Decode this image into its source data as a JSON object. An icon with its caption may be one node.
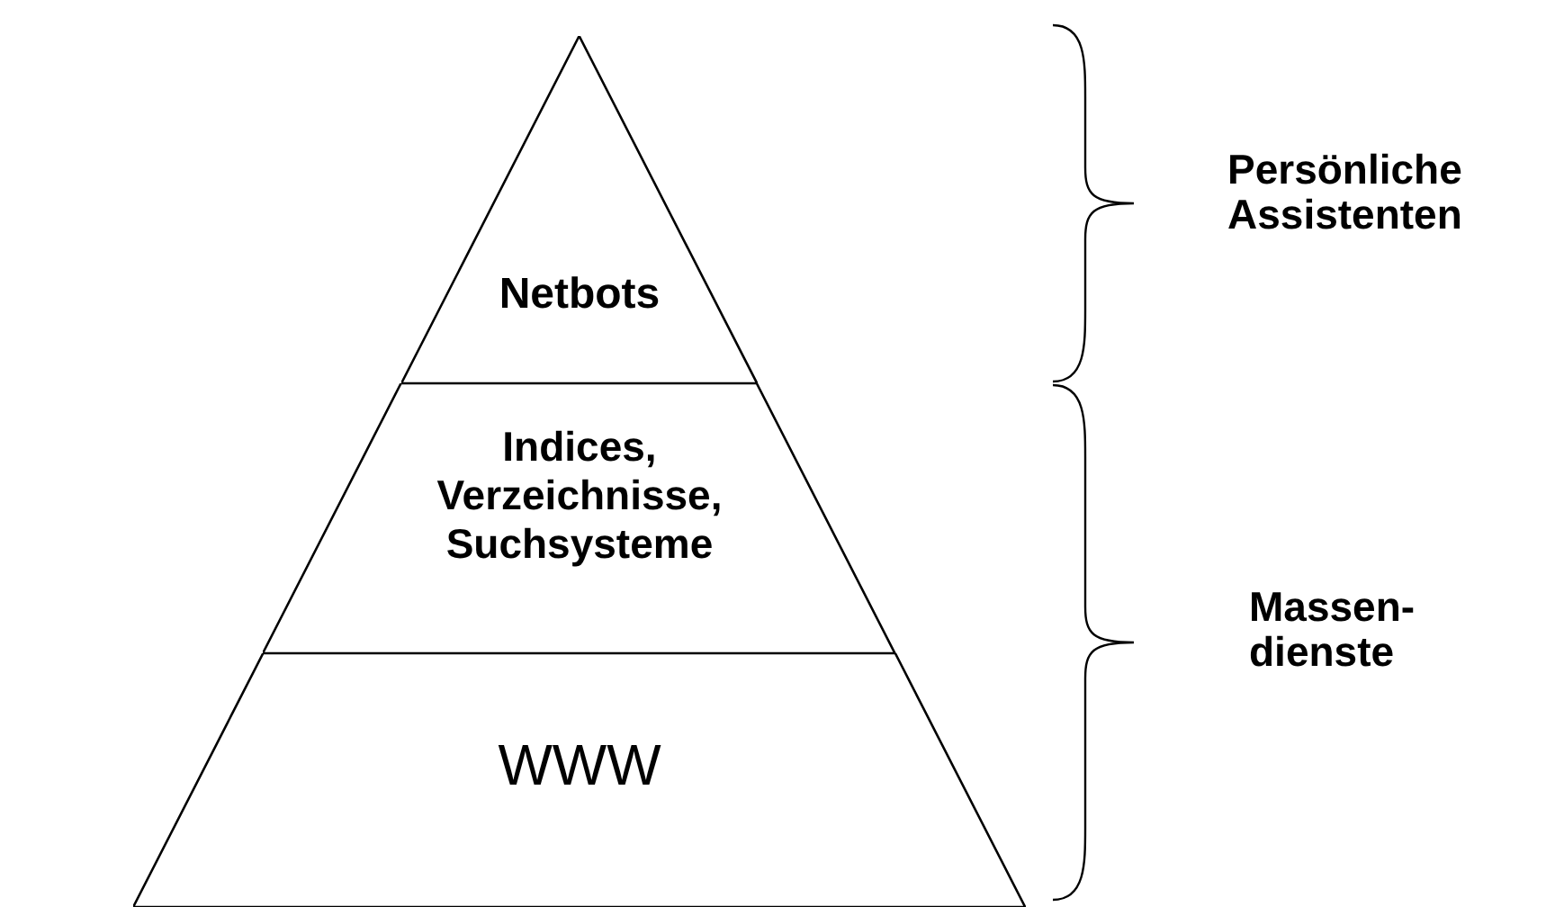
{
  "diagram": {
    "nodes": [
      {
        "text": [
          "Netbots"
        ]
      },
      {
        "text": [
          "Indices, Verzeichnisse, Suchsysteme"
        ]
      },
      {
        "text": [
          "WWW"
        ]
      }
    ],
    "labels": [
      "Persönliche Assistenten",
      "Massen- dienste"
    ]
  }
}
